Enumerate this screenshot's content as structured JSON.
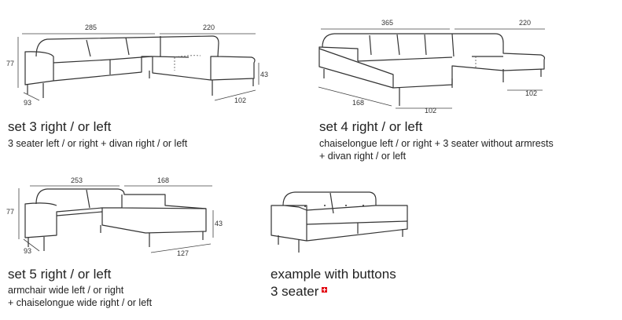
{
  "sets": [
    {
      "title": "set 3 right / or left",
      "lines": [
        "3 seater left / or right + divan right / or left"
      ],
      "dims": {
        "width_a": "285",
        "width_b": "220",
        "height": "77",
        "depth": "93",
        "seat_height": "43",
        "divan_depth": "102"
      }
    },
    {
      "title": "set 4 right / or left",
      "lines": [
        "chaiselongue left / or right + 3 seater without armrests",
        "+ divan right / or left"
      ],
      "dims": {
        "width_a": "365",
        "width_b": "220",
        "chaise_depth": "168",
        "depth_a": "102",
        "depth_b": "102"
      }
    },
    {
      "title": "set 5 right / or left",
      "lines": [
        "armchair wide left / or right",
        "+ chaiselongue wide right / or left"
      ],
      "dims": {
        "width_a": "253",
        "width_b": "168",
        "height": "77",
        "depth": "93",
        "seat_height": "43",
        "chaise_depth": "127"
      }
    },
    {
      "title": "example with buttons",
      "lines": [
        "3 seater"
      ],
      "icon": "swiss-flag-icon"
    }
  ]
}
